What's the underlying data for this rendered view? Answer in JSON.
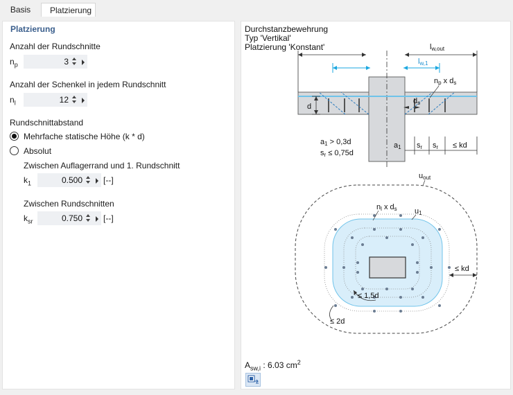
{
  "tabs": [
    {
      "label": "Basis",
      "active": false
    },
    {
      "label": "Platzierung",
      "active": true
    }
  ],
  "left": {
    "section_title": "Platzierung",
    "rundschnitte": {
      "label": "Anzahl der Rundschnitte",
      "symbol": "n",
      "symbol_sub": "p",
      "value": "3"
    },
    "schenkel": {
      "label": "Anzahl der Schenkel in jedem Rundschnitt",
      "symbol": "n",
      "symbol_sub": "l",
      "value": "12"
    },
    "abstand_label": "Rundschnittabstand",
    "option_mehrfach": {
      "label": "Mehrfache statische Höhe (k * d)",
      "checked": true
    },
    "option_absolut": {
      "label": "Absolut",
      "checked": false
    },
    "k1": {
      "label": "Zwischen Auflagerrand und 1. Rundschnitt",
      "symbol": "k",
      "symbol_sub": "1",
      "value": "0.500",
      "unit": "[--]"
    },
    "ksr": {
      "label": "Zwischen Rundschnitten",
      "symbol": "k",
      "symbol_sub": "sr",
      "value": "0.750",
      "unit": "[--]"
    }
  },
  "right": {
    "info": [
      "Durchstanzbewehrung",
      "Typ 'Vertikal'",
      "Platzierung 'Konstant'"
    ],
    "asw_symbol": "A",
    "asw_sub": "sw,i",
    "asw_value": " : 6.03 cm",
    "asw_unit_sup": "2",
    "diagram_labels": {
      "lw_out": "l",
      "lw_out_sub": "w,out",
      "lw1": "l",
      "lw1_sub": "w,1",
      "np_ds": "n",
      "np_ds_sub": "p",
      "np_ds_rest": " x d",
      "np_ds_sub2": "s",
      "d": "d",
      "ds": "d",
      "ds_sub": "s",
      "a1_cond": "a",
      "a1_cond_sub": "1",
      "a1_cond_rest": " > 0,3d",
      "sr_cond": "s",
      "sr_cond_sub": "r",
      "sr_cond_rest": " ≤ 0,75d",
      "a1": "a",
      "a1_sub": "1",
      "sr": "s",
      "sr_sub": "r",
      "kd": "≤ kd",
      "uout": "u",
      "uout_sub": "out",
      "nl_ds": "n",
      "nl_ds_sub": "l",
      "nl_ds_rest": " x d",
      "nl_ds_sub2": "s",
      "u1": "u",
      "u1_sub": "1",
      "kd_plan": "≤ kd",
      "d15": "≤ 1,5d",
      "d2": "≤ 2d"
    }
  }
}
